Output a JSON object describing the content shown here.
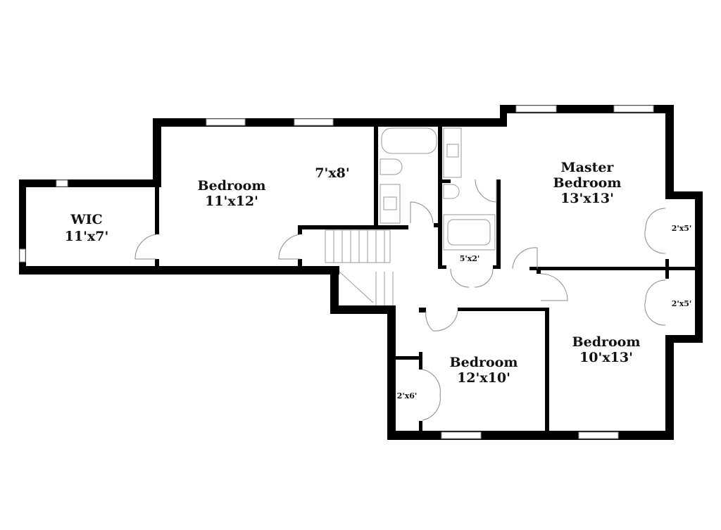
{
  "rooms": {
    "wic": {
      "name": "WIC",
      "size": "11'x7'"
    },
    "bedroom_left": {
      "name": "Bedroom",
      "size": "11'x12'"
    },
    "bath": {
      "size": "7'x8'"
    },
    "master": {
      "name1": "Master",
      "name2": "Bedroom",
      "size": "13'x13'"
    },
    "bedroom_right": {
      "name": "Bedroom",
      "size": "10'x13'"
    },
    "bedroom_bottom": {
      "name": "Bedroom",
      "size": "12'x10'"
    },
    "closet_linen": {
      "size": "5'x2'"
    },
    "closet_master": {
      "size": "2'x5'"
    },
    "closet_right": {
      "size": "2'x5'"
    },
    "closet_bottom": {
      "size": "2'x6'"
    }
  },
  "colors": {
    "wall": "#000000",
    "fixture": "#999999",
    "background": "#ffffff"
  }
}
